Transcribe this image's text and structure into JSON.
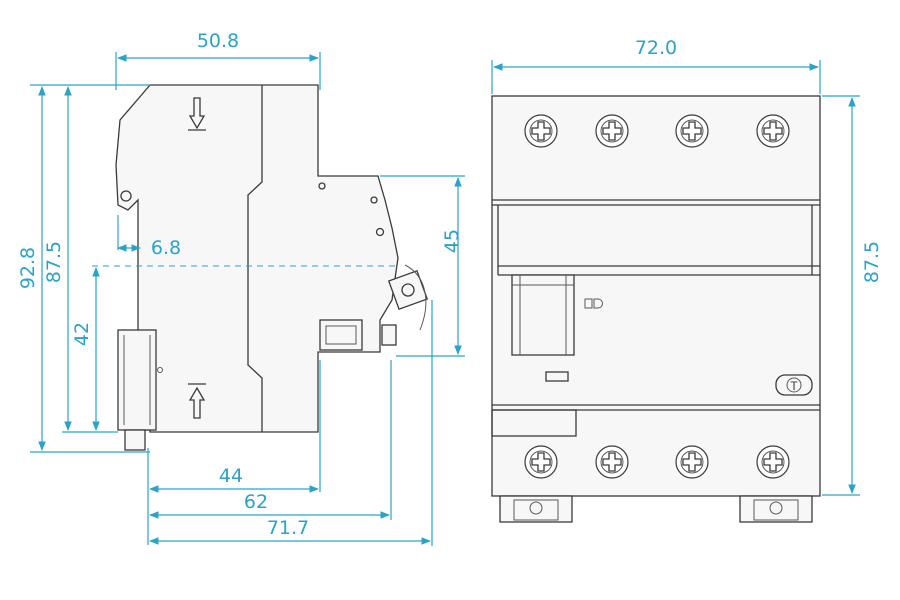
{
  "side_view": {
    "dim_top_width": "50.8",
    "dim_overall_height": "92.8",
    "dim_body_height": "87.5",
    "dim_rail_offset": "6.8",
    "dim_rail_height": "42",
    "dim_terminal_height": "45",
    "dim_depth_1": "44",
    "dim_depth_2": "62",
    "dim_depth_total": "71.7"
  },
  "front_view": {
    "dim_width": "72.0",
    "dim_height": "87.5",
    "test_button_label": "T"
  },
  "colors": {
    "dimension": "#2aa3c6",
    "outline": "#3a3a3a"
  }
}
